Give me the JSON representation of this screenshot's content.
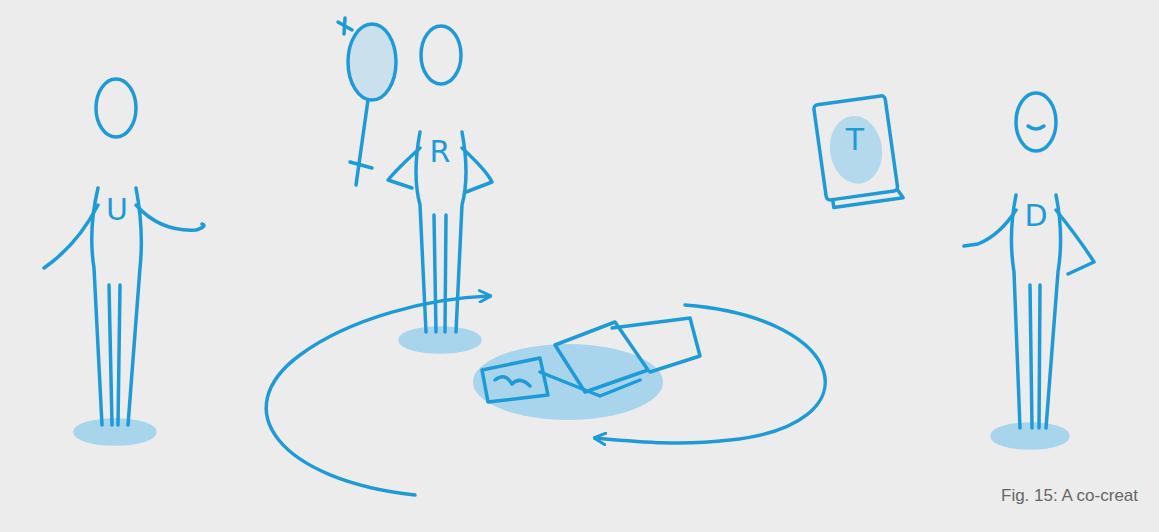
{
  "diagram": {
    "caption": "Fig. 15: A co-creat",
    "nodes": [
      {
        "text": [
          "U"
        ]
      },
      {
        "text": [
          "R"
        ]
      },
      {
        "text": [
          "T"
        ]
      },
      {
        "text": [
          "D"
        ]
      }
    ]
  }
}
